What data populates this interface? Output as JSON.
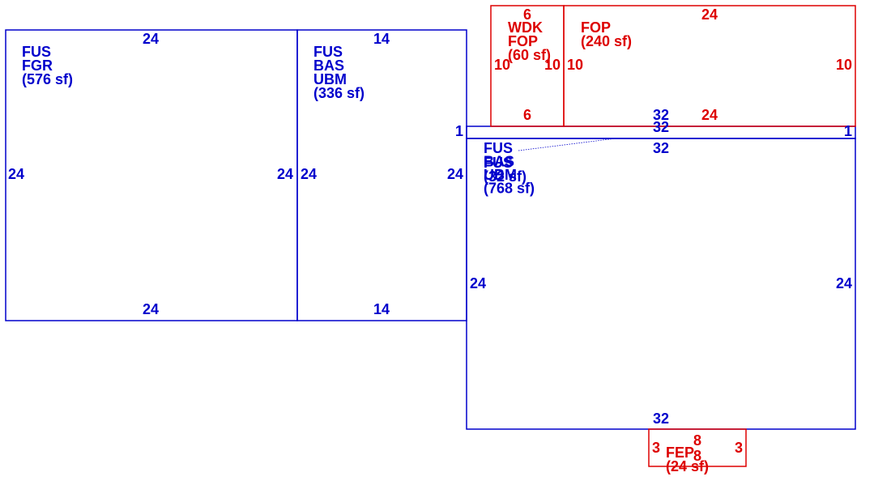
{
  "colors": {
    "main": "#0000cc",
    "secondary": "#dd0000"
  },
  "areas": [
    {
      "id": "fgr",
      "color": "main",
      "lines": [
        "FUS",
        "FGR",
        "(576 sf)"
      ]
    },
    {
      "id": "bas-left",
      "color": "main",
      "lines": [
        "FUS",
        "BAS",
        "UBM",
        "(336 sf)"
      ]
    },
    {
      "id": "bas-main",
      "color": "main",
      "lines": [
        "FUS",
        "BAS",
        "UBM",
        "(768 sf)"
      ]
    },
    {
      "id": "strip",
      "color": "main",
      "lines": [
        "FUS",
        "(32 sf)"
      ]
    },
    {
      "id": "wdk",
      "color": "secondary",
      "lines": [
        "WDK",
        "FOP",
        "(60 sf)"
      ]
    },
    {
      "id": "fop",
      "color": "secondary",
      "lines": [
        "FOP",
        "(240 sf)"
      ]
    },
    {
      "id": "fep",
      "color": "secondary",
      "lines": [
        "FEP",
        "(24 sf)"
      ]
    }
  ],
  "dimensions": {
    "fgr": {
      "top": "24",
      "bottom": "24",
      "left": "24",
      "right": "24"
    },
    "bas_left": {
      "top": "14",
      "bottom": "14",
      "left": "24",
      "right": "24"
    },
    "bas_main": {
      "top": "32",
      "bottom": "32",
      "left": "24",
      "right": "24"
    },
    "strip": {
      "top": "32",
      "left": "1",
      "right": "1"
    },
    "wdk": {
      "top": "6",
      "bottom": "6",
      "left": "10",
      "right": "10"
    },
    "fop": {
      "top": "24",
      "bottom": "24",
      "left": "10",
      "right": "10"
    },
    "fep": {
      "top": "8",
      "bottom": "8",
      "left": "3",
      "right": "3"
    }
  }
}
